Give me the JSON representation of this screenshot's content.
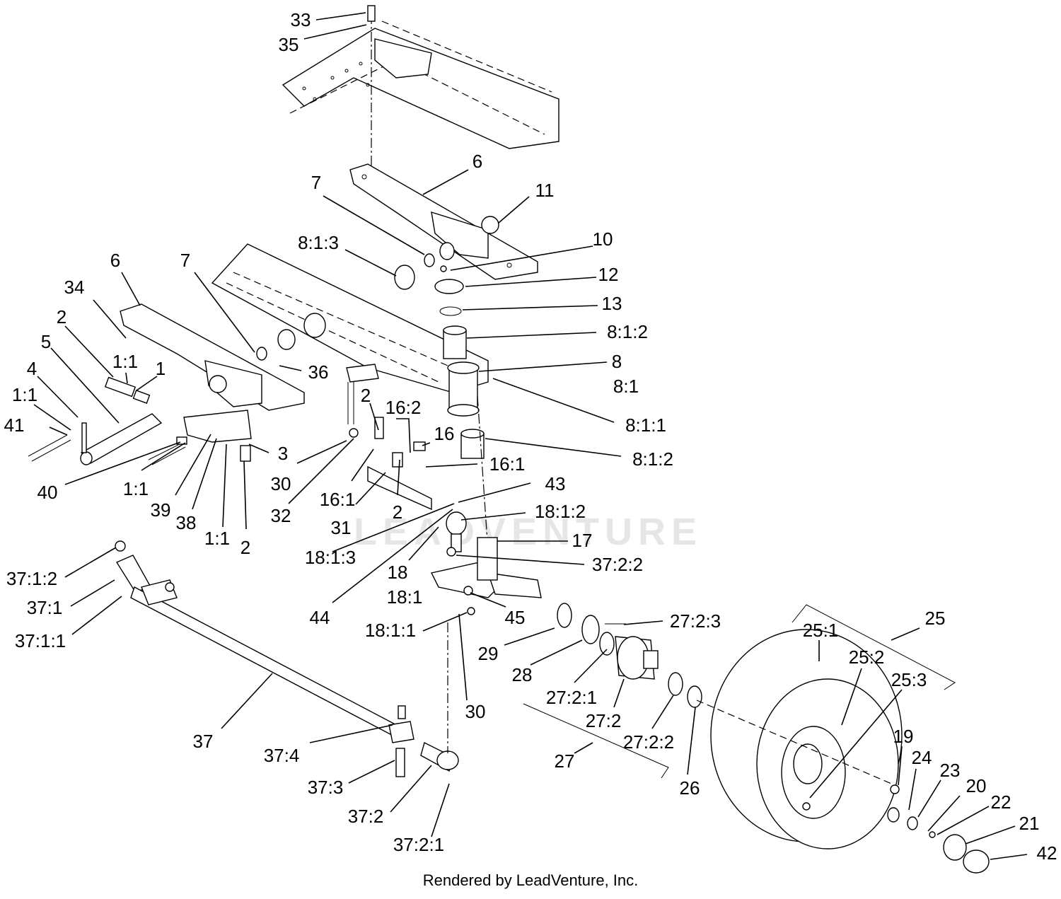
{
  "watermark": "LEADVENTURE",
  "footer": "Rendered by LeadVenture, Inc.",
  "callouts": [
    {
      "id": "c-33",
      "label": "33"
    },
    {
      "id": "c-35",
      "label": "35"
    },
    {
      "id": "c-6a",
      "label": "6"
    },
    {
      "id": "c-11",
      "label": "11"
    },
    {
      "id": "c-7a",
      "label": "7"
    },
    {
      "id": "c-10",
      "label": "10"
    },
    {
      "id": "c-813a",
      "label": "8:1:3"
    },
    {
      "id": "c-12",
      "label": "12"
    },
    {
      "id": "c-6b",
      "label": "6"
    },
    {
      "id": "c-7b",
      "label": "7"
    },
    {
      "id": "c-13",
      "label": "13"
    },
    {
      "id": "c-34",
      "label": "34"
    },
    {
      "id": "c-812a",
      "label": "8:1:2"
    },
    {
      "id": "c-2a",
      "label": "2"
    },
    {
      "id": "c-5",
      "label": "5"
    },
    {
      "id": "c-8",
      "label": "8"
    },
    {
      "id": "c-81",
      "label": "8:1"
    },
    {
      "id": "c-11a",
      "label": "1:1"
    },
    {
      "id": "c-1",
      "label": "1"
    },
    {
      "id": "c-36",
      "label": "36"
    },
    {
      "id": "c-4",
      "label": "4"
    },
    {
      "id": "c-11b",
      "label": "1:1"
    },
    {
      "id": "c-2b",
      "label": "2"
    },
    {
      "id": "c-162",
      "label": "16:2"
    },
    {
      "id": "c-811",
      "label": "8:1:1"
    },
    {
      "id": "c-41",
      "label": "41"
    },
    {
      "id": "c-16",
      "label": "16"
    },
    {
      "id": "c-812b",
      "label": "8:1:2"
    },
    {
      "id": "c-3",
      "label": "3"
    },
    {
      "id": "c-161a",
      "label": "16:1"
    },
    {
      "id": "c-30a",
      "label": "30"
    },
    {
      "id": "c-40",
      "label": "40"
    },
    {
      "id": "c-11c",
      "label": "1:1"
    },
    {
      "id": "c-43",
      "label": "43"
    },
    {
      "id": "c-161b",
      "label": "16:1"
    },
    {
      "id": "c-39",
      "label": "39"
    },
    {
      "id": "c-38",
      "label": "38"
    },
    {
      "id": "c-2c",
      "label": "2"
    },
    {
      "id": "c-1812",
      "label": "18:1:2"
    },
    {
      "id": "c-32",
      "label": "32"
    },
    {
      "id": "c-31",
      "label": "31"
    },
    {
      "id": "c-11d",
      "label": "1:1"
    },
    {
      "id": "c-2d",
      "label": "2"
    },
    {
      "id": "c-17",
      "label": "17"
    },
    {
      "id": "c-3712",
      "label": "37:1:2"
    },
    {
      "id": "c-1813",
      "label": "18:1:3"
    },
    {
      "id": "c-3722",
      "label": "37:2:2"
    },
    {
      "id": "c-18",
      "label": "18"
    },
    {
      "id": "c-371",
      "label": "37:1"
    },
    {
      "id": "c-181",
      "label": "18:1"
    },
    {
      "id": "c-44",
      "label": "44"
    },
    {
      "id": "c-45",
      "label": "45"
    },
    {
      "id": "c-3711",
      "label": "37:1:1"
    },
    {
      "id": "c-2723",
      "label": "27:2:3"
    },
    {
      "id": "c-25",
      "label": "25"
    },
    {
      "id": "c-1811",
      "label": "18:1:1"
    },
    {
      "id": "c-251",
      "label": "25:1"
    },
    {
      "id": "c-29",
      "label": "29"
    },
    {
      "id": "c-252",
      "label": "25:2"
    },
    {
      "id": "c-28",
      "label": "28"
    },
    {
      "id": "c-253",
      "label": "25:3"
    },
    {
      "id": "c-2721",
      "label": "27:2:1"
    },
    {
      "id": "c-30b",
      "label": "30"
    },
    {
      "id": "c-272",
      "label": "27:2"
    },
    {
      "id": "c-37",
      "label": "37"
    },
    {
      "id": "c-2722",
      "label": "27:2:2"
    },
    {
      "id": "c-19",
      "label": "19"
    },
    {
      "id": "c-374",
      "label": "37:4"
    },
    {
      "id": "c-27",
      "label": "27"
    },
    {
      "id": "c-24",
      "label": "24"
    },
    {
      "id": "c-23",
      "label": "23"
    },
    {
      "id": "c-20",
      "label": "20"
    },
    {
      "id": "c-26",
      "label": "26"
    },
    {
      "id": "c-373",
      "label": "37:3"
    },
    {
      "id": "c-22",
      "label": "22"
    },
    {
      "id": "c-21",
      "label": "21"
    },
    {
      "id": "c-372",
      "label": "37:2"
    },
    {
      "id": "c-42",
      "label": "42"
    },
    {
      "id": "c-3721",
      "label": "37:2:1"
    }
  ]
}
